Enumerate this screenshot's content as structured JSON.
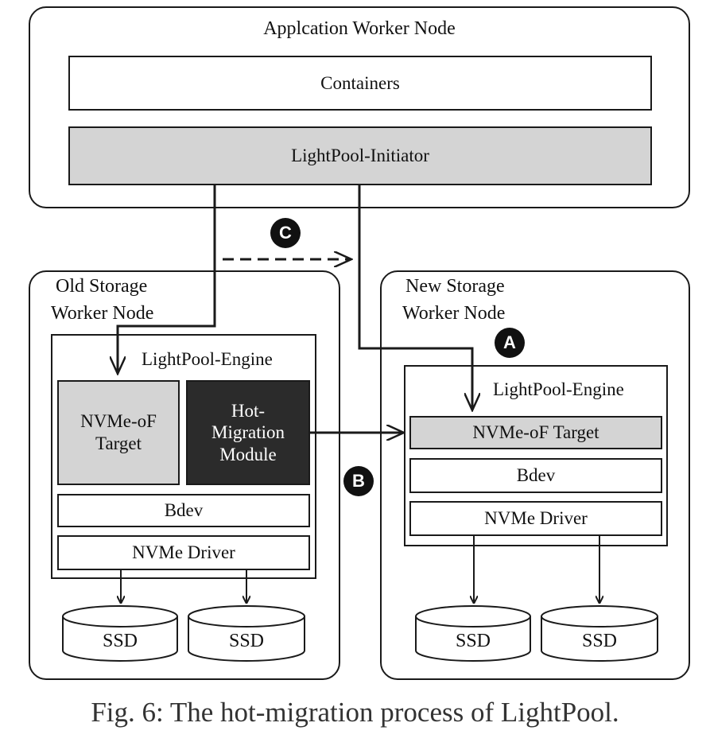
{
  "app_node": {
    "title": "Applcation Worker Node",
    "containers": "Containers",
    "initiator": "LightPool-Initiator"
  },
  "old_node": {
    "title_line1": "Old Storage",
    "title_line2": "Worker Node",
    "engine": "LightPool-Engine",
    "nvmeof_line1": "NVMe-oF",
    "nvmeof_line2": "Target",
    "hot_line1": "Hot-",
    "hot_line2": "Migration",
    "hot_line3": "Module",
    "bdev": "Bdev",
    "nvme_driver": "NVMe Driver",
    "ssd1": "SSD",
    "ssd2": "SSD"
  },
  "new_node": {
    "title_line1": "New Storage",
    "title_line2": "Worker Node",
    "engine": "LightPool-Engine",
    "nvmeof": "NVMe-oF Target",
    "bdev": "Bdev",
    "nvme_driver": "NVMe Driver",
    "ssd1": "SSD",
    "ssd2": "SSD"
  },
  "markers": {
    "a": "A",
    "b": "B",
    "c": "C"
  },
  "caption": "Fig. 6: The hot-migration process of LightPool.",
  "colors": {
    "stroke": "#1a1a1a",
    "gray_fill": "#d4d4d4",
    "dark_fill": "#2b2b2b"
  }
}
